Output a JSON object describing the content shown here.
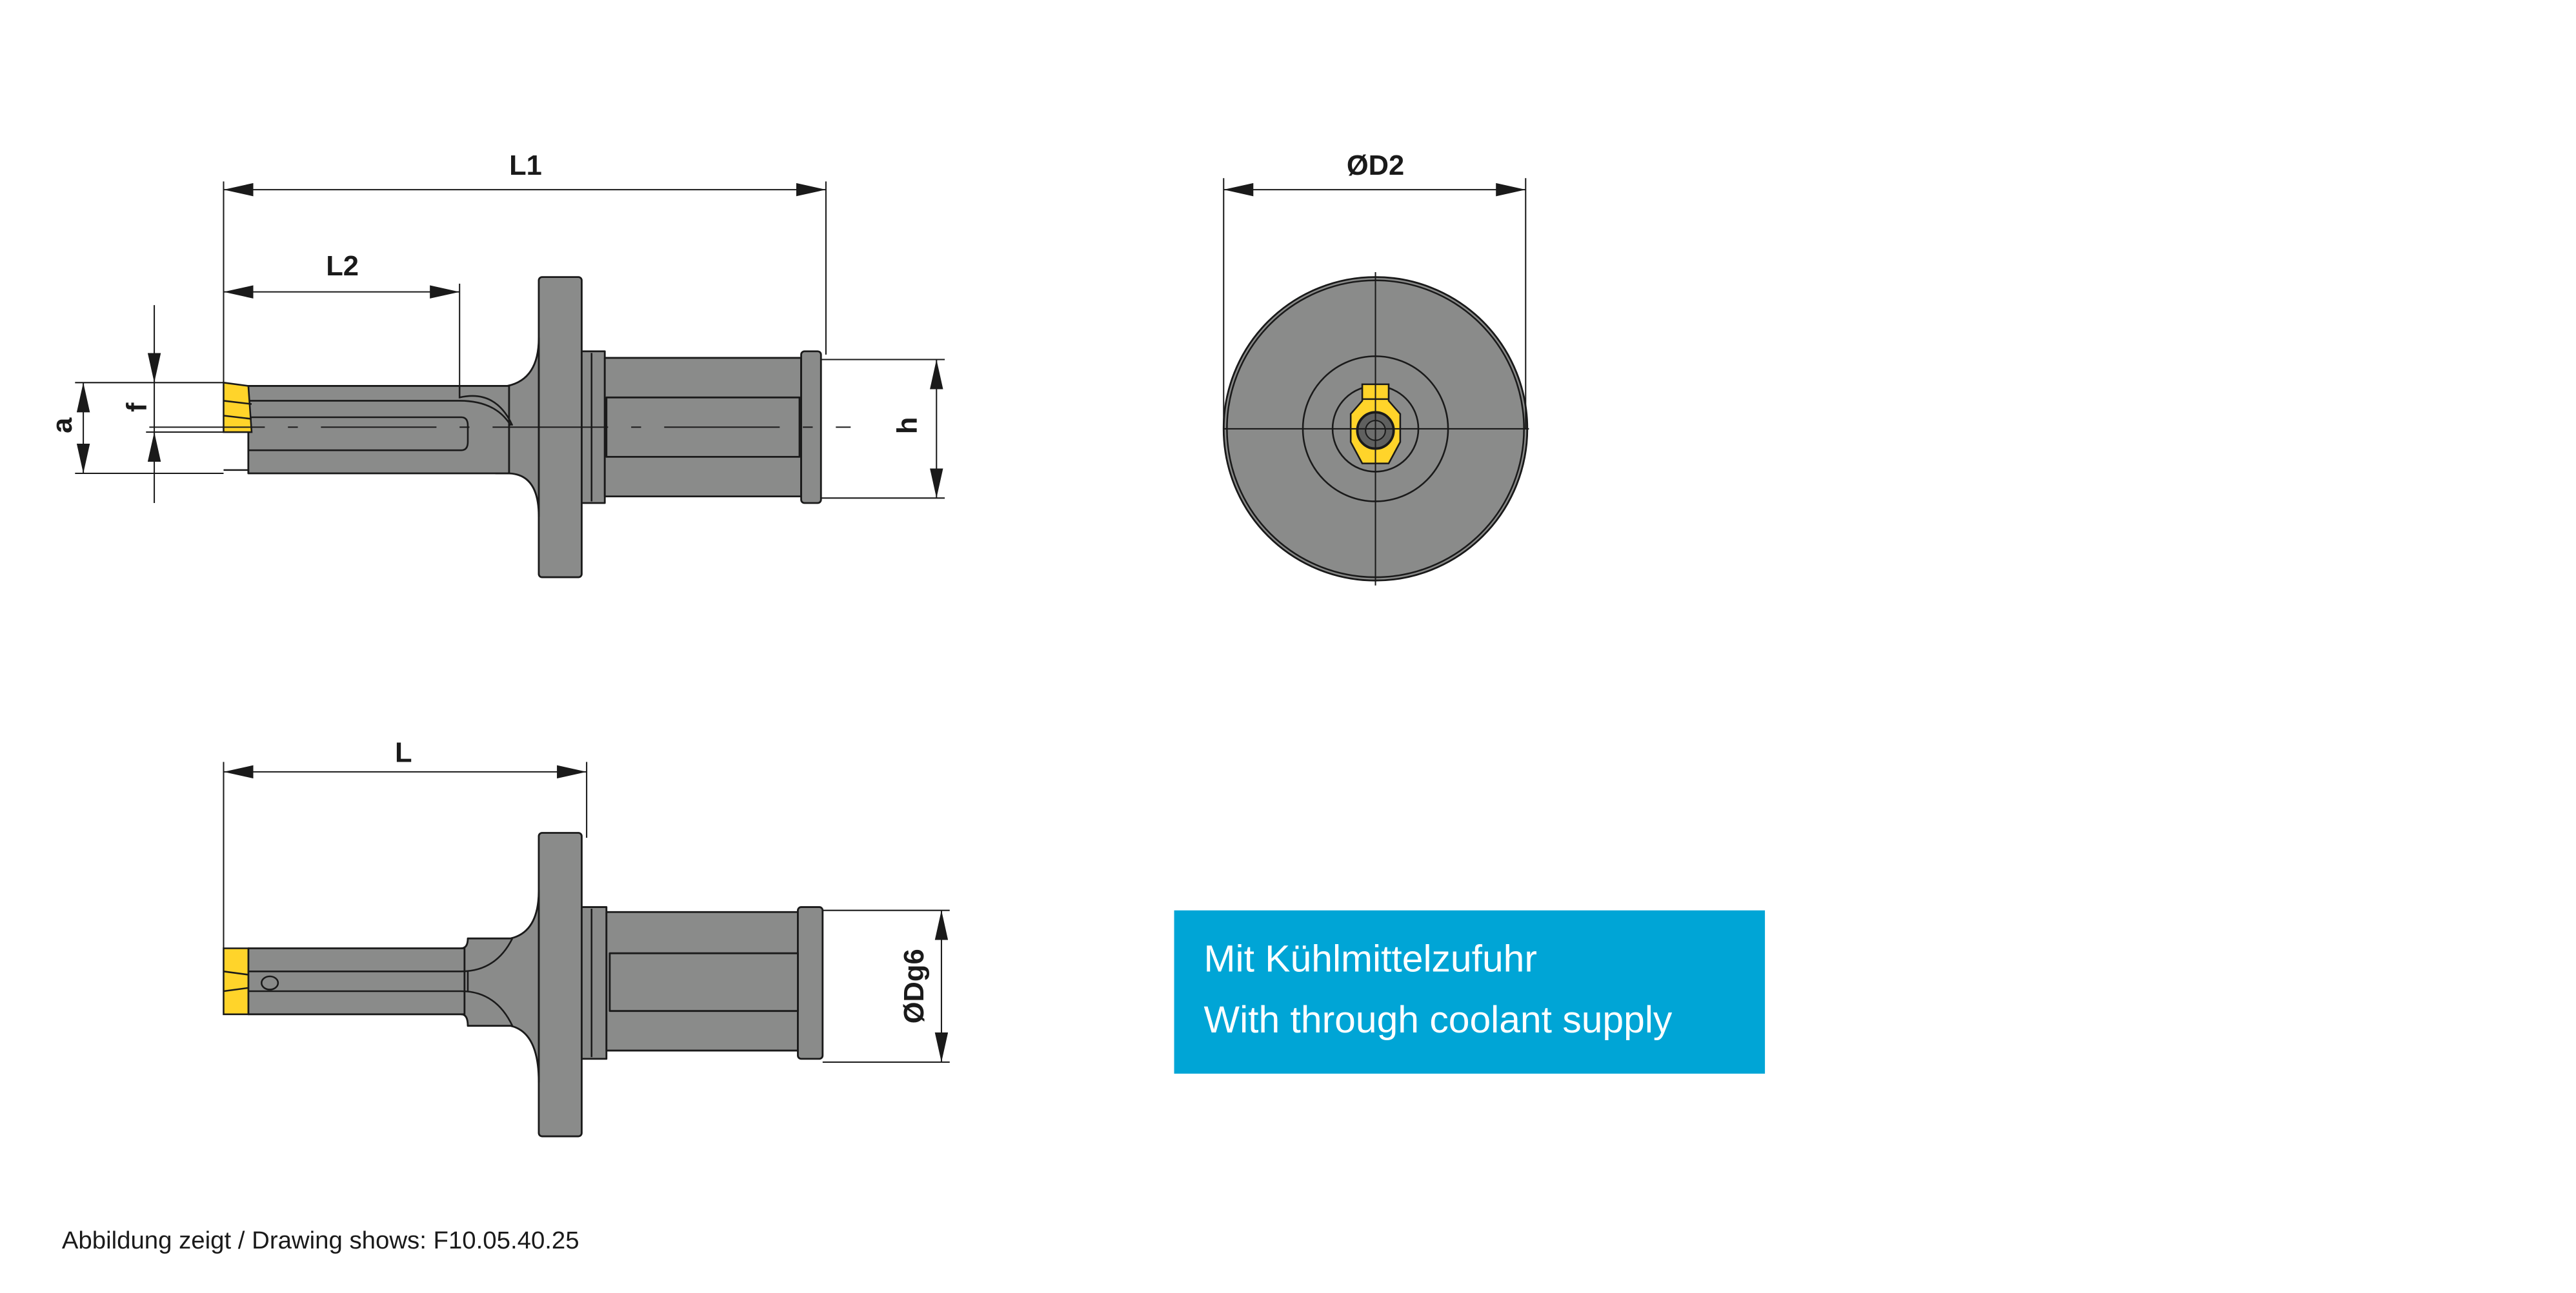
{
  "colors": {
    "body": "#8a8b8a",
    "insert": "#ffd42a",
    "note_background": "#00a5d6",
    "line": "#1a1a1a"
  },
  "dimensions": {
    "side_view": {
      "L1": "L1",
      "L2": "L2",
      "a": "a",
      "f": "f",
      "h": "h"
    },
    "end_view": {
      "D2": "ØD2"
    },
    "bottom_view": {
      "L": "L",
      "Dg6": "ØDg6"
    }
  },
  "note": {
    "line_de": "Mit Kühlmittelzufuhr",
    "line_en": "With through coolant supply"
  },
  "footer": {
    "caption": "Abbildung zeigt / Drawing shows: F10.05.40.25"
  }
}
